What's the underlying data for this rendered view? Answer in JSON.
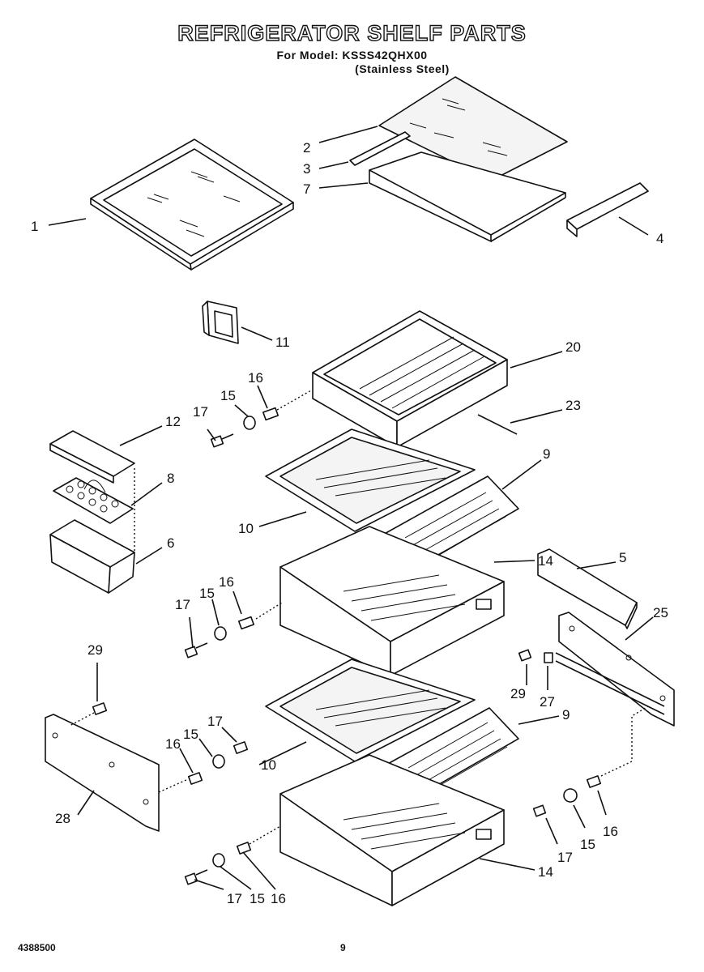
{
  "header": {
    "title": "REFRIGERATOR SHELF PARTS",
    "model_line": "For Model: KSSS42QHX00",
    "variant": "(Stainless Steel)"
  },
  "footer": {
    "document_number": "4388500",
    "page_number": "9"
  },
  "callouts": {
    "c1": "1",
    "c2": "2",
    "c3": "3",
    "c4": "4",
    "c5": "5",
    "c6": "6",
    "c7": "7",
    "c8": "8",
    "c9a": "9",
    "c9b": "9",
    "c10a": "10",
    "c10b": "10",
    "c11": "11",
    "c12": "12",
    "c14a": "14",
    "c14b": "14",
    "c15a": "15",
    "c15b": "15",
    "c15c": "15",
    "c15d": "15",
    "c15e": "15",
    "c16a": "16",
    "c16b": "16",
    "c16c": "16",
    "c16d": "16",
    "c16e": "16",
    "c17a": "17",
    "c17b": "17",
    "c17c": "17",
    "c17d": "17",
    "c17e": "17",
    "c20": "20",
    "c23": "23",
    "c25": "25",
    "c27": "27",
    "c28": "28",
    "c29a": "29",
    "c29b": "29"
  }
}
